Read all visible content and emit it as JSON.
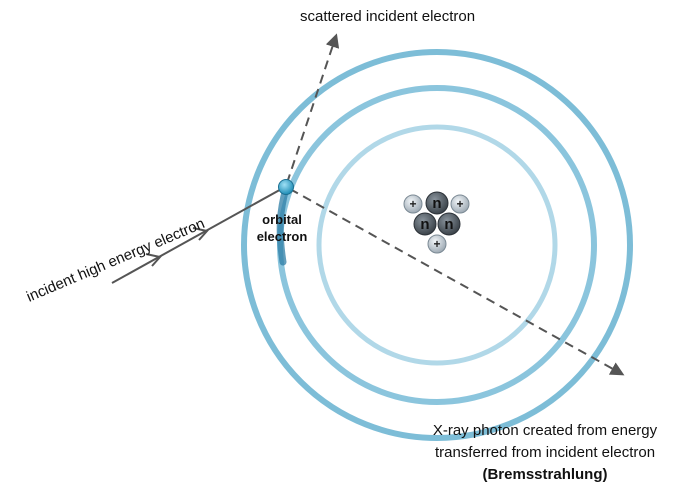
{
  "labels": {
    "scattered": "scattered incident electron",
    "incident": "incident high energy electron",
    "orbital_line1": "orbital",
    "orbital_line2": "electron",
    "xray_line1": "X-ray photon created from energy",
    "xray_line2": "transferred from incident electron",
    "xray_line3": "(Bremsstrahlung)"
  },
  "nucleus": {
    "particles": [
      {
        "symbol": "+",
        "kind": "proton"
      },
      {
        "symbol": "n",
        "kind": "neutron"
      },
      {
        "symbol": "+",
        "kind": "proton"
      },
      {
        "symbol": "n",
        "kind": "neutron"
      },
      {
        "symbol": "n",
        "kind": "neutron"
      },
      {
        "symbol": "+",
        "kind": "proton"
      }
    ]
  },
  "colors": {
    "orbit_outer": "#6fb6d3",
    "orbit_middle": "#7ebfd9",
    "orbit_inner": "#a8d4e6",
    "arrow": "#555555",
    "electron": "#3aa9cf",
    "proton": "#c9d4dc",
    "neutron": "#5b6670"
  }
}
